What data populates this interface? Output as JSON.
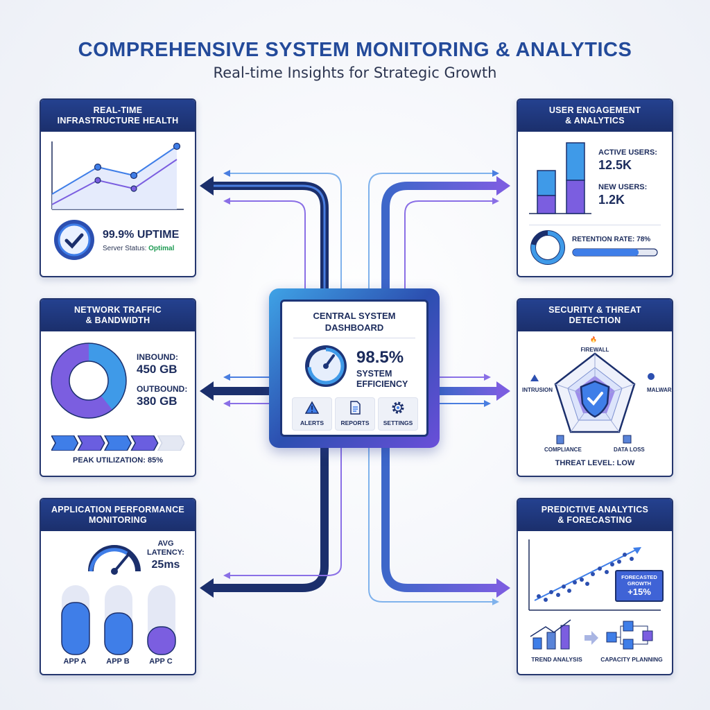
{
  "header": {
    "title": "COMPREHENSIVE SYSTEM MONITORING & ANALYTICS",
    "subtitle": "Real-time Insights for Strategic Growth"
  },
  "colors": {
    "navy": "#1b2f6c",
    "blue": "#3f7ee8",
    "purple": "#7b5ee0",
    "green": "#1d9a52"
  },
  "central": {
    "title_line1": "CENTRAL SYSTEM",
    "title_line2": "DASHBOARD",
    "efficiency_value": "98.5%",
    "efficiency_label_line1": "SYSTEM",
    "efficiency_label_line2": "EFFICIENCY",
    "efficiency_fraction": 0.985,
    "tiles": [
      {
        "label": "ALERTS",
        "icon": "warning-icon"
      },
      {
        "label": "REPORTS",
        "icon": "document-icon"
      },
      {
        "label": "SETTINGS",
        "icon": "gear-icon"
      }
    ]
  },
  "infra": {
    "title_line1": "REAL-TIME",
    "title_line2": "INFRASTRUCTURE HEALTH",
    "uptime": "99.9% UPTIME",
    "status_label": "Server Status:",
    "status_value": "Optimal",
    "icon": "checkmark-icon"
  },
  "engagement": {
    "title_line1": "USER ENGAGEMENT",
    "title_line2": "& ANALYTICS",
    "active_label": "ACTIVE USERS:",
    "active_value": "12.5K",
    "new_label": "NEW USERS:",
    "new_value": "1.2K",
    "retention_label": "RETENTION RATE: 78%",
    "retention_fraction": 0.78
  },
  "network": {
    "title_line1": "NETWORK TRAFFIC",
    "title_line2": "& BANDWIDTH",
    "inbound_label": "INBOUND:",
    "inbound_value": "450 GB",
    "outbound_label": "OUTBOUND:",
    "outbound_value": "380 GB",
    "peak_label": "PEAK UTILIZATION: 85%",
    "peak_fraction": 0.85
  },
  "security": {
    "title_line1": "SECURITY & THREAT",
    "title_line2": "DETECTION",
    "axes": [
      "FIREWALL",
      "MALWARE",
      "DATA LOSS",
      "COMPLIANCE",
      "INTRUSION"
    ],
    "threat_level": "THREAT LEVEL: LOW",
    "icon": "shield-check-icon"
  },
  "apm": {
    "title_line1": "APPLICATION PERFORMANCE",
    "title_line2": "MONITORING",
    "latency_line1": "AVG",
    "latency_line2": "LATENCY:",
    "latency_value": "25ms",
    "apps": [
      "APP A",
      "APP B",
      "APP C"
    ],
    "app_levels": [
      0.75,
      0.6,
      0.4
    ]
  },
  "predictive": {
    "title_line1": "PREDICTIVE ANALYTICS",
    "title_line2": "& FORECASTING",
    "forecast_line1": "FORECASTED GROWTH",
    "forecast_value": "+15%",
    "trend_label": "TREND ANALYSIS",
    "capacity_label": "CAPACITY PLANNING"
  }
}
